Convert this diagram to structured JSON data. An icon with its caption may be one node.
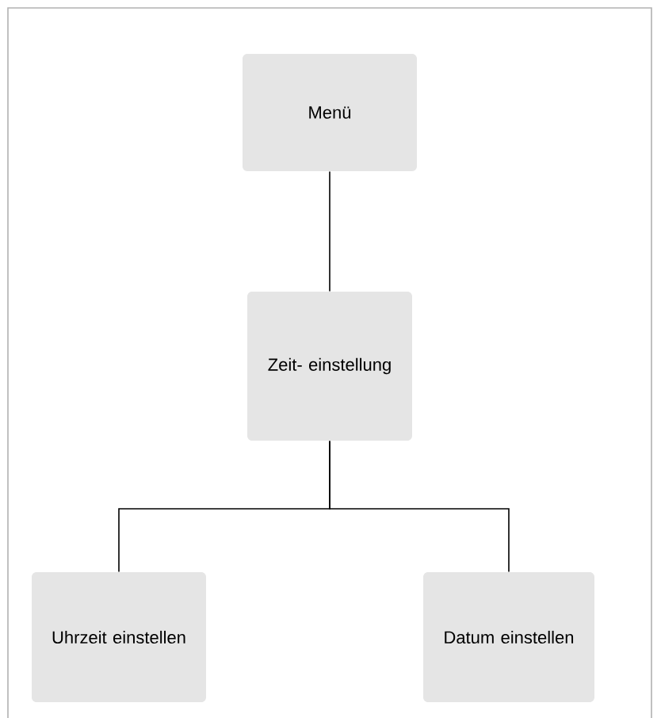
{
  "diagram": {
    "nodes": [
      {
        "text": [
          "Menü"
        ]
      },
      {
        "text": [
          "Zeit- einstellung"
        ]
      },
      {
        "text": [
          "Uhrzeit einstellen"
        ]
      },
      {
        "text": [
          "Datum einstellen"
        ]
      }
    ],
    "edges": [
      {
        "from": 0,
        "to": 1,
        "arrow": "none"
      },
      {
        "from": 1,
        "to": 2,
        "arrow": "none"
      },
      {
        "from": 1,
        "to": 3,
        "arrow": "none"
      }
    ]
  }
}
